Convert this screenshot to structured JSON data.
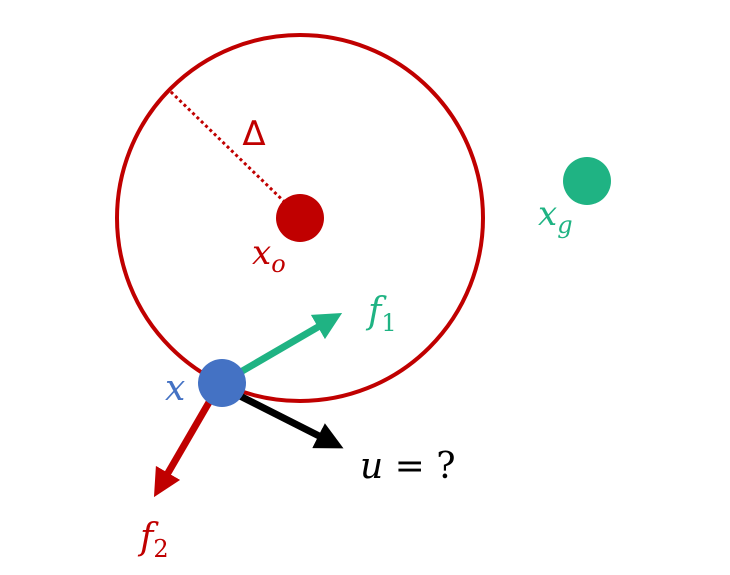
{
  "colors": {
    "obstacle": "#c00000",
    "goal": "#1fb383",
    "agent": "#4472c4",
    "control": "#000000"
  },
  "labels": {
    "delta": "Δ",
    "obstacle_var": "x",
    "obstacle_sub": "o",
    "goal_var": "x",
    "goal_sub": "g",
    "agent_var": "x",
    "f1_var": "f",
    "f1_sub": "1",
    "f2_var": "f",
    "f2_sub": "2",
    "u_var": "u",
    "u_rest": " = ?"
  },
  "icons": {
    "obstacle_center": "red-dot",
    "goal_point": "green-dot",
    "agent_point": "blue-dot"
  }
}
